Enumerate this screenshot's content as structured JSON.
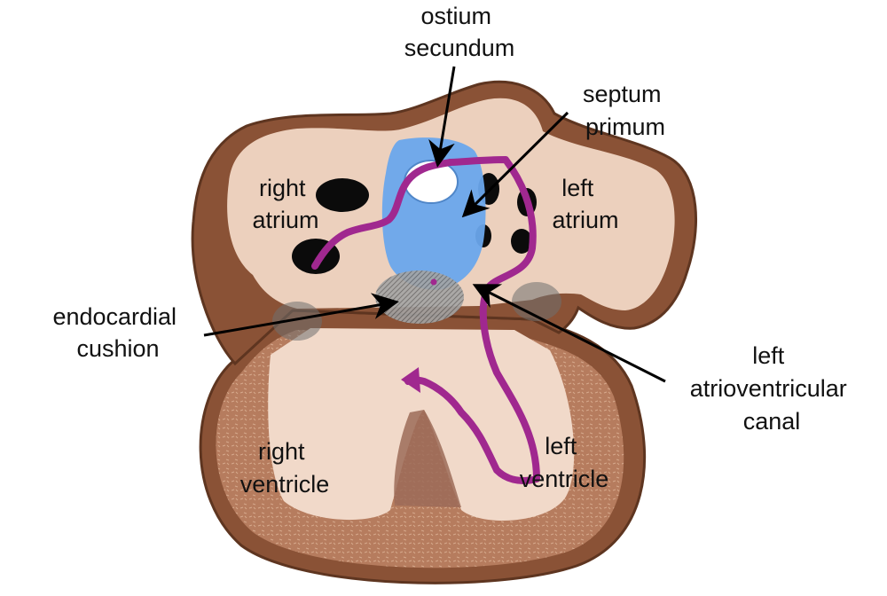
{
  "labels": {
    "ostium_secundum": [
      "ostium",
      "secundum"
    ],
    "septum_primum": [
      "septum",
      "primum"
    ],
    "right_atrium": [
      "right",
      "atrium"
    ],
    "left_atrium": [
      "left",
      "atrium"
    ],
    "endocardial_cushion": [
      "endocardial",
      "cushion"
    ],
    "left_atrioventricular_canal": [
      "left",
      "atrioventricular",
      "canal"
    ],
    "right_ventricle": [
      "right",
      "ventricle"
    ],
    "left_ventricle": [
      "left",
      "ventricle"
    ]
  },
  "colors": {
    "outer_wall": "#8a5236",
    "wall_dark": "#5e3520",
    "inner_tissue": "#ecd0bd",
    "cavity": "#f1d9c9",
    "myocardium": "#b67c5e",
    "septum_primum_fill": "#6aa7ec",
    "blood_flow_path": "#a0288f",
    "cushion": "#8f8f8f",
    "vessels": "#0b0b0b",
    "label_text": "#111111"
  }
}
